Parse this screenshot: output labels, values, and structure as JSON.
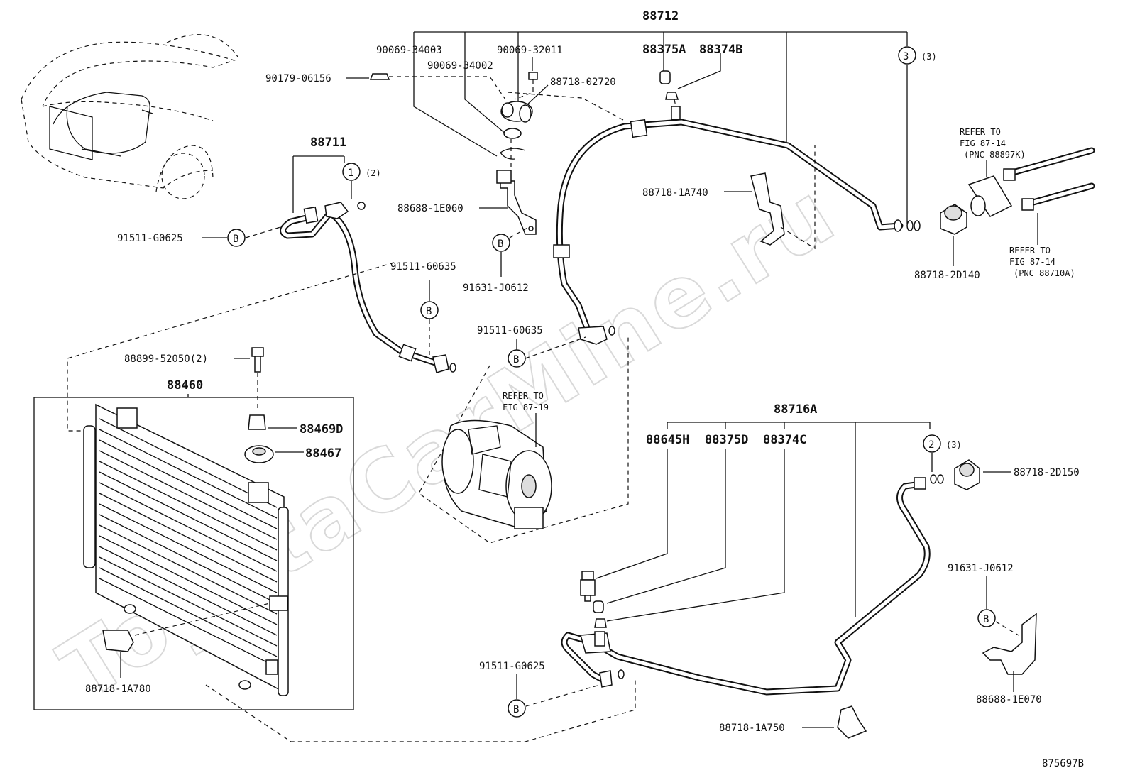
{
  "diagram_id": "875697B",
  "watermark": "ToyotaCarMine.ru",
  "assemblies": {
    "a88712": "88712",
    "a88711": "88711",
    "a88460": "88460",
    "a88716A": "88716A"
  },
  "parts": {
    "p90069_34003": "90069-34003",
    "p90069_32011": "90069-32011",
    "p90069_34002": "90069-34002",
    "p88718_02720": "88718-02720",
    "p90179_06156": "90179-06156",
    "p88375A": "88375A",
    "p88374B": "88374B",
    "p88718_1A740": "88718-1A740",
    "p88688_1E060": "88688-1E060",
    "p91511_G0625_a": "91511-G0625",
    "p91511_60635_a": "91511-60635",
    "p91631_J0612_a": "91631-J0612",
    "p91511_60635_b": "91511-60635",
    "p88899_52050": "88899-52050(2)",
    "p88469D": "88469D",
    "p88467": "88467",
    "p88718_1A780": "88718-1A780",
    "p88645H": "88645H",
    "p88375D": "88375D",
    "p88374C": "88374C",
    "p88718_2D150": "88718-2D150",
    "p91631_J0612_b": "91631-J0612",
    "p88688_1E070": "88688-1E070",
    "p91511_G0625_b": "91511-G0625",
    "p88718_1A750": "88718-1A750",
    "p88718_2D140": "88718-2D140"
  },
  "callouts": {
    "c1": "1",
    "c1q": "(2)",
    "c2": "2",
    "c2q": "(3)",
    "c3": "3",
    "c3q": "(3)",
    "b": "B"
  },
  "refs": {
    "r1_line1": "REFER TO",
    "r1_line2": "FIG 87-14",
    "r1_line3": "(PNC 88897K)",
    "r2_line1": "REFER TO",
    "r2_line2": "FIG 87-14",
    "r2_line3": "(PNC 88710A)",
    "r3_line1": "REFER TO",
    "r3_line2": "FIG 87-19"
  }
}
